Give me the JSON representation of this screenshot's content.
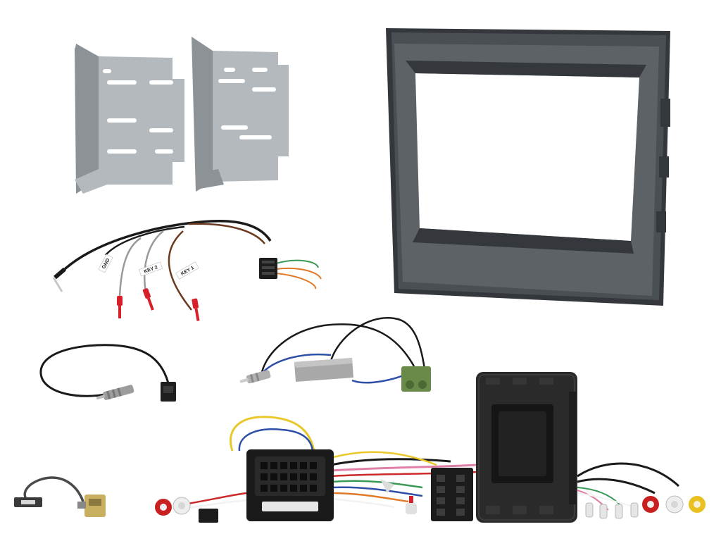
{
  "colors": {
    "background": "#ffffff",
    "bracket_metal": "#b4b9bd",
    "bracket_shadow": "#8c9296",
    "fascia": "#4a4f54",
    "fascia_dark": "#34383c",
    "fascia_light": "#5d6267",
    "cable_black": "#1a1a1a",
    "cable_brown": "#6b3a1f",
    "cable_grey": "#9a9a9a",
    "cable_yellow": "#e8c82a",
    "cable_blue": "#2e4fa8",
    "cable_green": "#3a9a55",
    "cable_orange": "#e07a2a",
    "cable_red": "#cc2a2a",
    "cable_pink": "#e080a8",
    "cable_white": "#f2f2f2",
    "fakra_green": "#6a8a4a",
    "fakra_yellow": "#c8b060",
    "box_carbon": "#2a2a2a",
    "filter_metal": "#a8a8a8",
    "rca_red": "#c82020",
    "rca_yellow": "#e8c020",
    "rca_white": "#eeeeee",
    "bullet_red": "#d8202a"
  },
  "items": {
    "steering_lead": {
      "tags": [
        "GND",
        "KEY 2",
        "KEY 1"
      ]
    }
  }
}
